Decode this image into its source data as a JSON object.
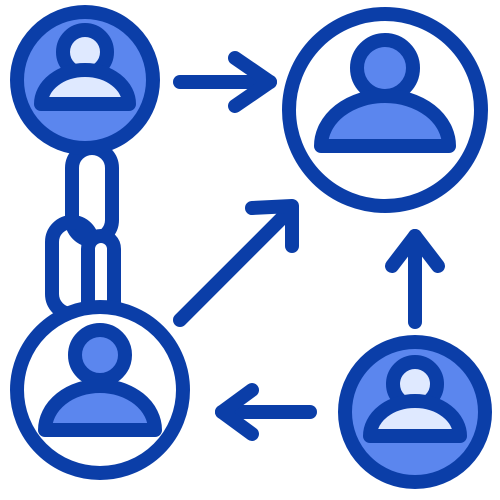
{
  "colors": {
    "stroke": "#0b3ea8",
    "fill_dark": "#5b86ee",
    "fill_light": "#dfe9ff",
    "background": "#ffffff"
  },
  "nodes": [
    {
      "name": "person-top-left",
      "style": "filled"
    },
    {
      "name": "person-top-right",
      "style": "outlined"
    },
    {
      "name": "person-bottom-left",
      "style": "outlined"
    },
    {
      "name": "person-bottom-right",
      "style": "filled"
    }
  ],
  "arrows": [
    {
      "name": "arrow-right",
      "direction": "right"
    },
    {
      "name": "arrow-diagonal",
      "direction": "up-right"
    },
    {
      "name": "arrow-up",
      "direction": "up"
    },
    {
      "name": "arrow-left",
      "direction": "left"
    }
  ],
  "watermark_id": "#1416377599"
}
